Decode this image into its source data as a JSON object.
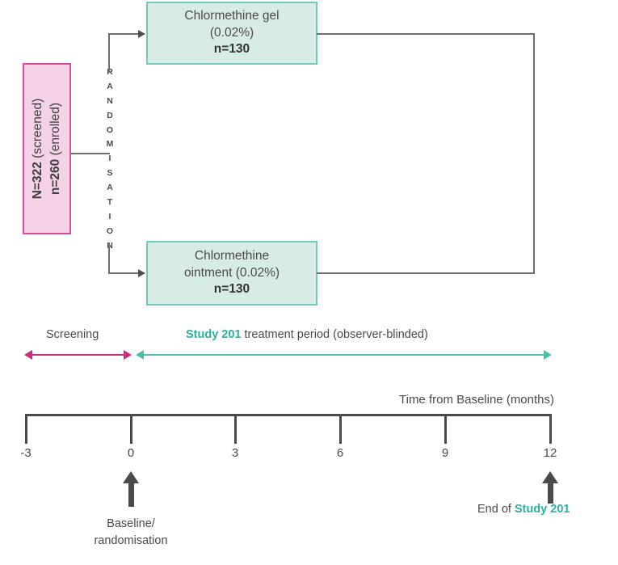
{
  "diagram": {
    "enrolment": {
      "line1_bold": "N=322",
      "line1_light": " (screened)",
      "line2_bold": "n=260",
      "line2_light": " (enrolled)",
      "fill_color": "#f6d2e8",
      "border_color": "#d54d9b"
    },
    "randomisation": {
      "label": "RANDOMISATION",
      "letters": [
        "R",
        "A",
        "N",
        "D",
        "O",
        "M",
        "I",
        "S",
        "A",
        "T",
        "I",
        "O",
        "N"
      ]
    },
    "arms": [
      {
        "name": "chlormethine-gel",
        "line1": "Chlormethine gel",
        "line2": "(0.02%)",
        "n": "n=130",
        "fill_color": "#d8ece6",
        "border_color": "#76c7bb"
      },
      {
        "name": "chlormethine-ointment",
        "line1": "Chlormethine",
        "line2": "ointment (0.02%)",
        "n": "n=130",
        "fill_color": "#d8ece6",
        "border_color": "#76c7bb"
      }
    ],
    "periods": [
      {
        "name": "screening",
        "label": "Screening",
        "color": "#cc2b7e"
      },
      {
        "name": "treatment",
        "label_bold": "Study 201",
        "label_rest": " treatment period (observer-blinded)",
        "color": "#4cbfac"
      }
    ],
    "axis": {
      "title": "Time from Baseline (months)",
      "ticks": [
        "-3",
        "0",
        "3",
        "6",
        "9",
        "12"
      ],
      "color": "#4a4a4a"
    },
    "events": [
      {
        "name": "baseline-randomisation",
        "line1": "Baseline/",
        "line2": "randomisation"
      },
      {
        "name": "end-of-study",
        "prefix": "End of ",
        "bold": "Study 201"
      }
    ]
  }
}
